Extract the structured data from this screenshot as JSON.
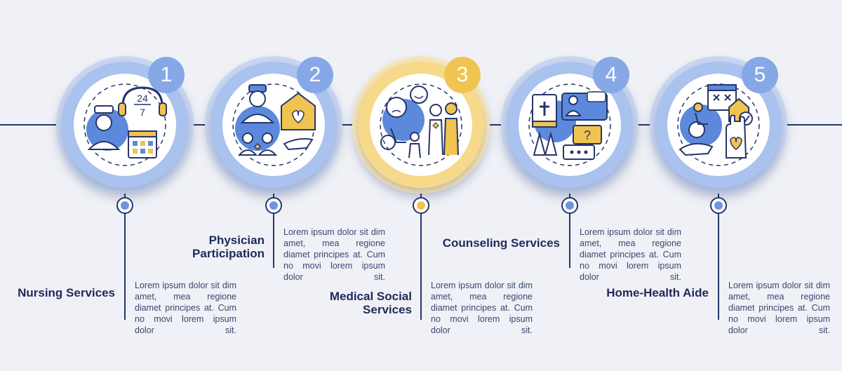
{
  "colors": {
    "line": "#27356b",
    "blue_outer": "#a9c2ee",
    "blue_halo": "#c9d7f2",
    "blue_badge": "#86a8e6",
    "blue_inner": "#5c89db",
    "blue_dot": "#6d95e0",
    "yellow_outer": "#f6d98b",
    "yellow_halo": "#f8e6b7",
    "yellow_badge": "#f0c450",
    "yellow_dot": "#f0c450"
  },
  "steps": [
    {
      "number": "1",
      "title": "Nursing Services",
      "description": "Lorem ipsum dolor sit dim amet, mea regione diamet principes at. Cum no movi lorem ipsum dolor sit.",
      "icon": "nurse-headset-24-7-icon",
      "accent": "blue"
    },
    {
      "number": "2",
      "title": "Physician Participation",
      "description": "Lorem ipsum dolor sit dim amet, mea regione diamet principes at. Cum no movi lorem ipsum dolor sit.",
      "icon": "physician-home-care-icon",
      "accent": "blue"
    },
    {
      "number": "3",
      "title": "Medical Social Services",
      "description": "Lorem ipsum dolor sit dim amet, mea regione diamet principes at. Cum no movi lorem ipsum dolor sit.",
      "icon": "social-support-icon",
      "accent": "yellow"
    },
    {
      "number": "4",
      "title": "Counseling Services",
      "description": "Lorem ipsum dolor sit dim amet, mea regione diamet principes at. Cum no movi lorem ipsum dolor sit.",
      "icon": "counseling-bible-chat-icon",
      "accent": "blue"
    },
    {
      "number": "5",
      "title": "Home-Health Aide",
      "description": "Lorem ipsum dolor sit dim amet, mea regione diamet principes at. Cum no movi lorem ipsum dolor sit.",
      "icon": "home-health-aide-icon",
      "accent": "blue"
    }
  ],
  "icon_text": {
    "clock_top": "24",
    "clock_bottom": "7",
    "question_mark": "?"
  }
}
